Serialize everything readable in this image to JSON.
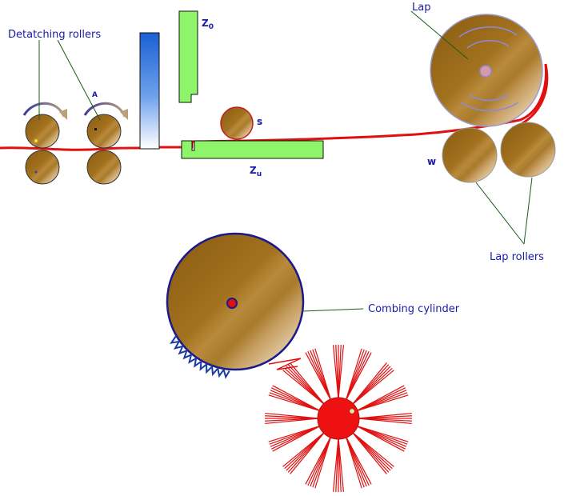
{
  "labels": {
    "detaching_rollers": "Detatching rollers",
    "lap": "Lap",
    "lap_rollers": "Lap rollers",
    "combing_cylinder": "Combing cylinder",
    "point_a": "A",
    "roller_s": "s",
    "roller_w": "w",
    "nipper_top_main": "Z",
    "nipper_top_sub": "0",
    "nipper_bottom_main": "Z",
    "nipper_bottom_sub": "u"
  },
  "colors": {
    "fibre": "#e01010",
    "label": "#1a1aa8",
    "wood": "#9a6a1c",
    "nipper": "#8ef56a",
    "comb_blade": "#2b6fd6",
    "outline": "#1a1a8a"
  },
  "icons": [
    "rotation-arrow-icon"
  ]
}
